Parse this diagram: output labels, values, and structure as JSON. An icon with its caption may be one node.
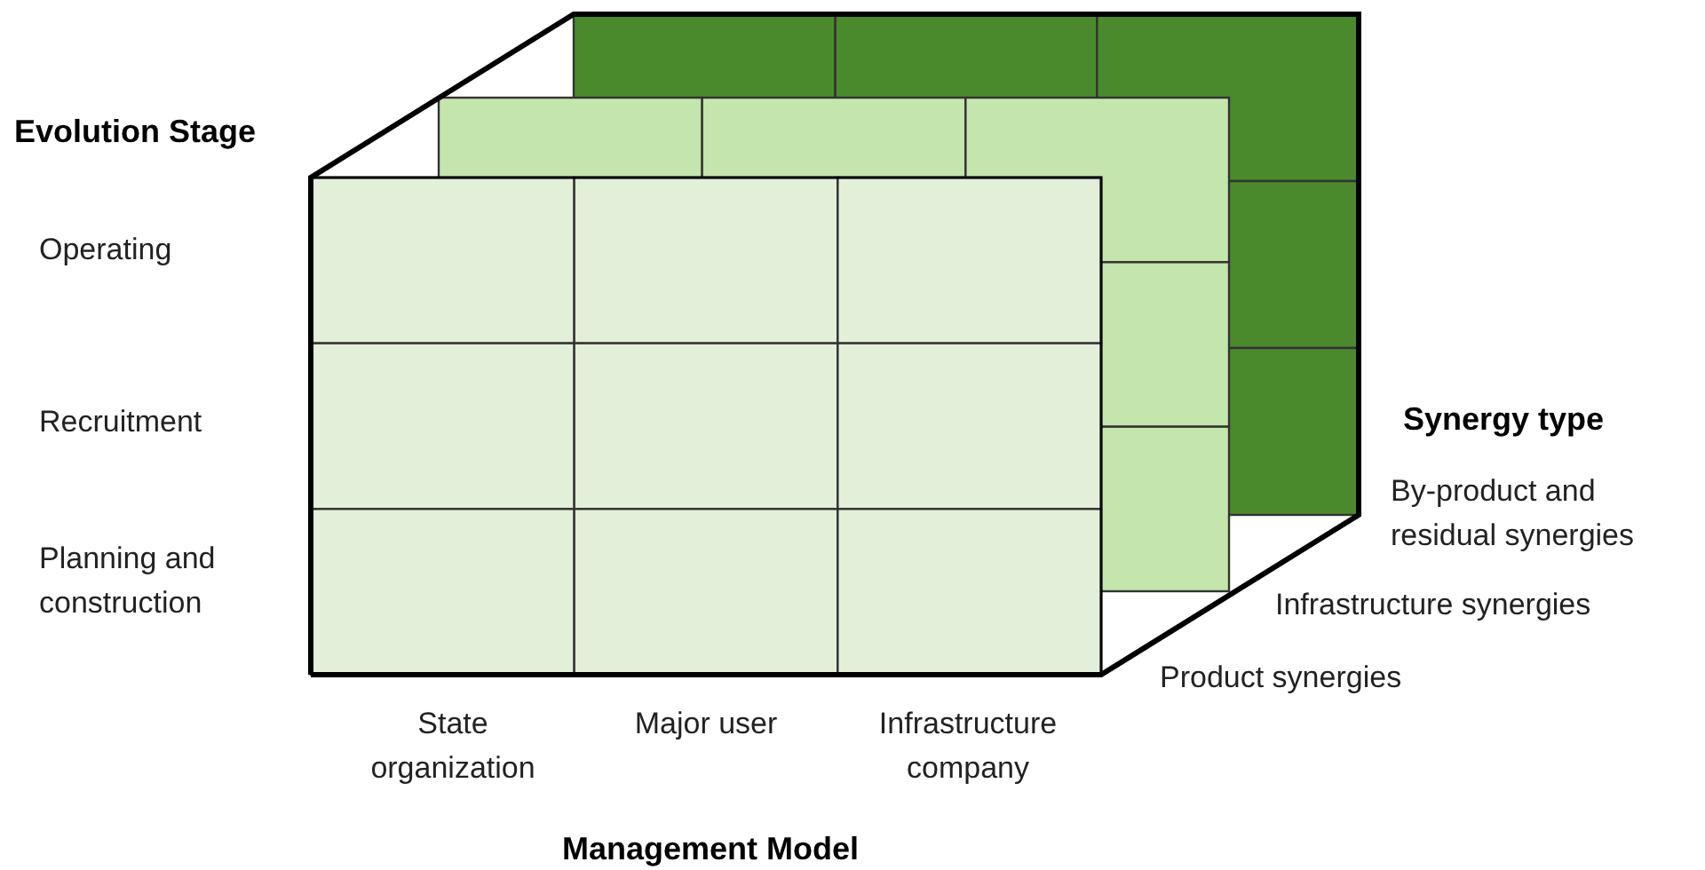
{
  "diagram": {
    "labels": [
      "Evolution Stage",
      "Operating",
      "Recruitment",
      "Planning and construction",
      "Synergy type",
      "By-product and residual synergies",
      "Infrastructure synergies",
      "Product synergies",
      "State organization",
      "Major user",
      "Infrastructure company",
      "Management Model"
    ]
  }
}
